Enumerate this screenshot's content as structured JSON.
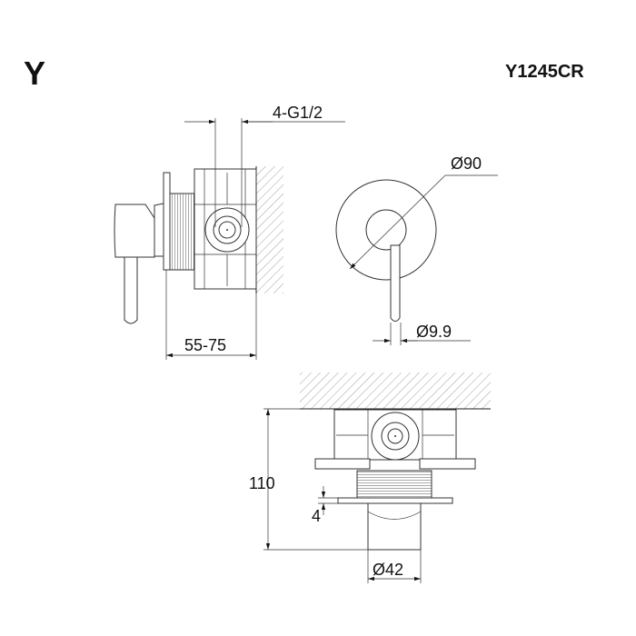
{
  "header": {
    "brand_logo": "Y",
    "model_code": "Y1245CR"
  },
  "side_view": {
    "thread_label": "4-G1/2",
    "depth_label": "55-75"
  },
  "front_view": {
    "plate_diameter_label": "Ø90",
    "lever_diameter_label": "Ø9.9"
  },
  "top_view": {
    "height_label": "110",
    "plate_thickness_label": "4",
    "cap_diameter_label": "Ø42"
  }
}
